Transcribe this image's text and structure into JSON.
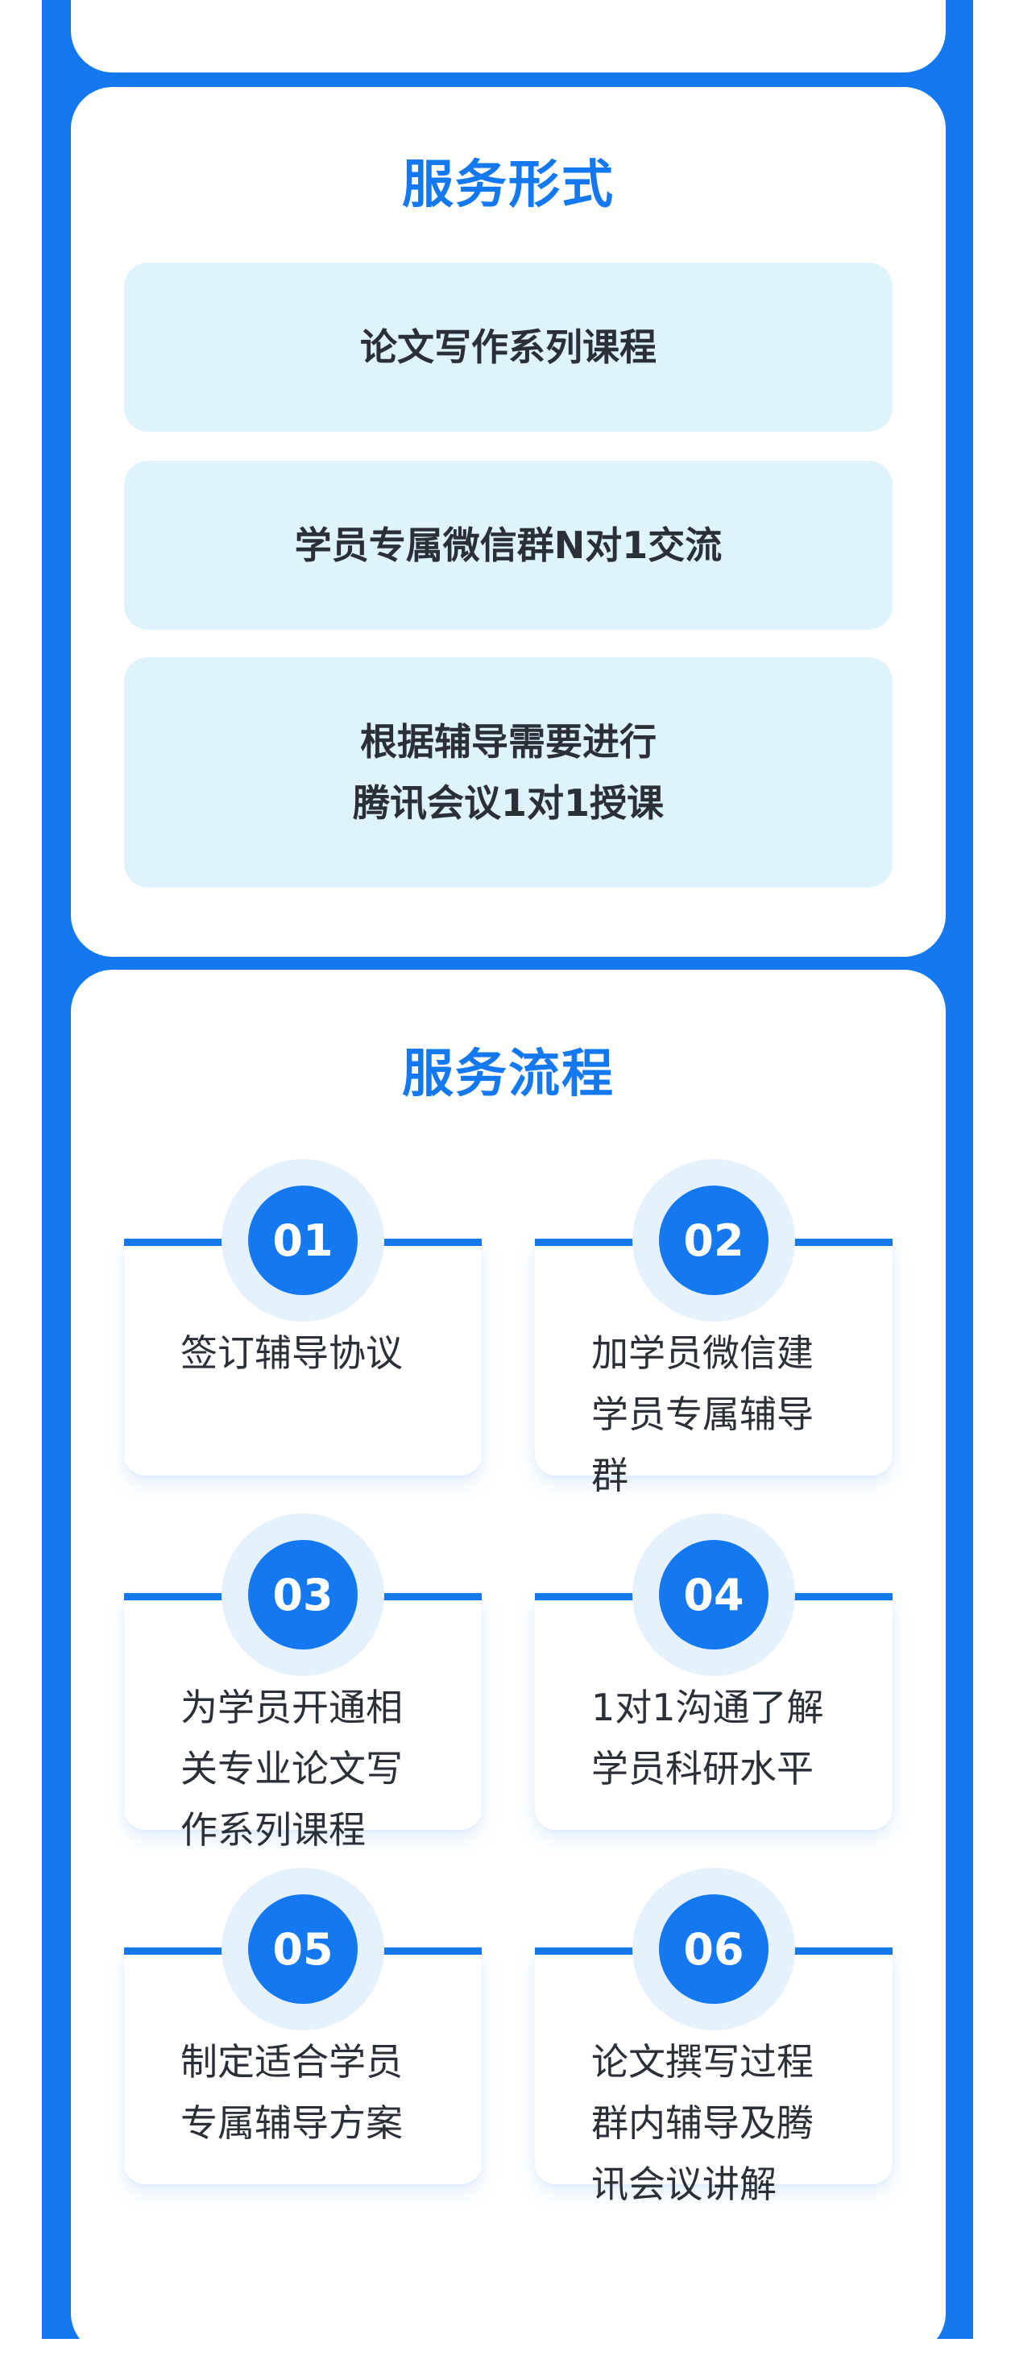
{
  "colors": {
    "accent": "#1479f0",
    "box_bg": "#dff3fd",
    "text": "#2b2f37"
  },
  "service_form": {
    "title": "服务形式",
    "items": [
      {
        "lines": [
          "论文写作系列课程"
        ]
      },
      {
        "lines": [
          "学员专属微信群N对1交流"
        ]
      },
      {
        "lines": [
          "根据辅导需要进行",
          "腾讯会议1对1授课"
        ]
      }
    ]
  },
  "service_flow": {
    "title": "服务流程",
    "steps": [
      {
        "number": "01",
        "text": "签订辅导协议"
      },
      {
        "number": "02",
        "text": "加学员微信建学员专属辅导群"
      },
      {
        "number": "03",
        "text": "为学员开通相关专业论文写作系列课程"
      },
      {
        "number": "04",
        "text": "1对1沟通了解学员科研水平"
      },
      {
        "number": "05",
        "text": "制定适合学员专属辅导方案"
      },
      {
        "number": "06",
        "text": "论文撰写过程群内辅导及腾讯会议讲解"
      }
    ]
  }
}
